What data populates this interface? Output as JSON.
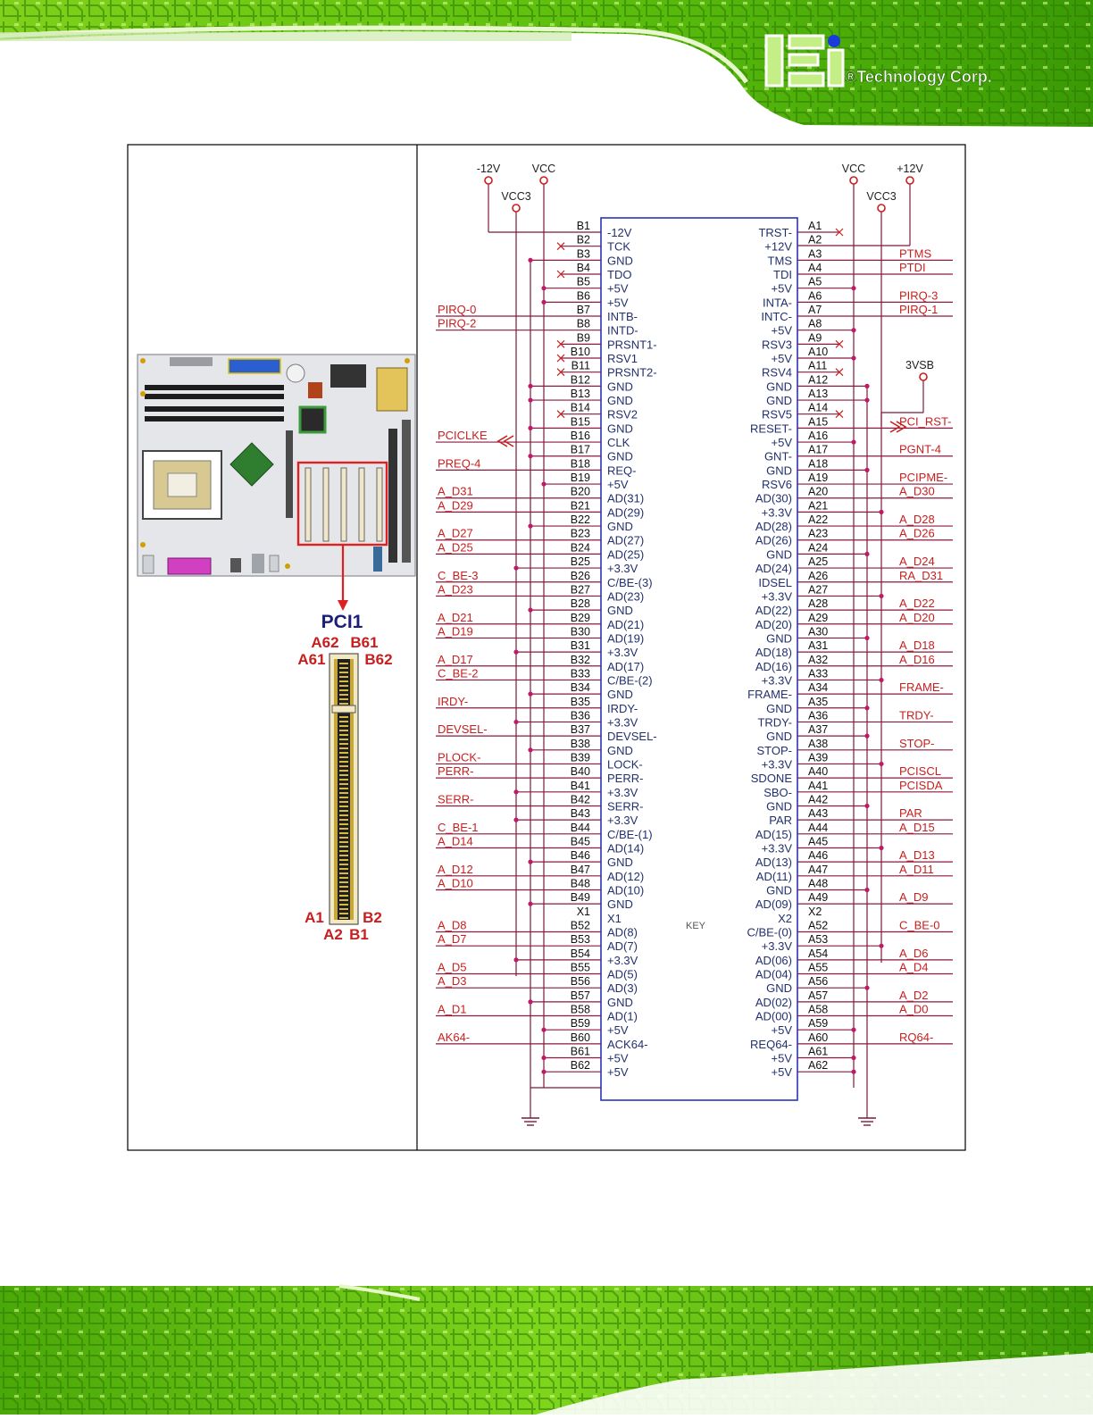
{
  "header": {
    "brand_logo": "iEi",
    "brand_text": "®Technology Corp."
  },
  "board": {
    "connector_title": "PCI1",
    "pin_labels": {
      "top_left_a": "A62",
      "top_right_b": "B61",
      "top_left_a2": "A61",
      "top_right_b2": "B62",
      "bottom_left_a": "A1",
      "bottom_right_b": "B2",
      "bottom_left_a2": "A2",
      "bottom_right_b2": "B1"
    }
  },
  "schematic": {
    "power": {
      "left_m12": "-12V",
      "left_vcc": "VCC",
      "left_vcc3": "VCC3",
      "right_vcc": "VCC",
      "right_p12": "+12V",
      "right_vcc3": "VCC3",
      "right_3vsb": "3VSB"
    },
    "key": "KEY",
    "b_side": [
      {
        "pin": "B1",
        "sig": "-12V",
        "net": ""
      },
      {
        "pin": "B2",
        "sig": "TCK",
        "net": ""
      },
      {
        "pin": "B3",
        "sig": "GND",
        "net": ""
      },
      {
        "pin": "B4",
        "sig": "TDO",
        "net": ""
      },
      {
        "pin": "B5",
        "sig": "+5V",
        "net": ""
      },
      {
        "pin": "B6",
        "sig": "+5V",
        "net": ""
      },
      {
        "pin": "B7",
        "sig": "INTB-",
        "net": "PIRQ-0"
      },
      {
        "pin": "B8",
        "sig": "INTD-",
        "net": "PIRQ-2"
      },
      {
        "pin": "B9",
        "sig": "PRSNT1-",
        "net": ""
      },
      {
        "pin": "B10",
        "sig": "RSV1",
        "net": ""
      },
      {
        "pin": "B11",
        "sig": "PRSNT2-",
        "net": ""
      },
      {
        "pin": "B12",
        "sig": "GND",
        "net": ""
      },
      {
        "pin": "B13",
        "sig": "GND",
        "net": ""
      },
      {
        "pin": "B14",
        "sig": "RSV2",
        "net": ""
      },
      {
        "pin": "B15",
        "sig": "GND",
        "net": ""
      },
      {
        "pin": "B16",
        "sig": "CLK",
        "net": "PCICLKE"
      },
      {
        "pin": "B17",
        "sig": "GND",
        "net": ""
      },
      {
        "pin": "B18",
        "sig": "REQ-",
        "net": "PREQ-4"
      },
      {
        "pin": "B19",
        "sig": "+5V",
        "net": ""
      },
      {
        "pin": "B20",
        "sig": "AD(31)",
        "net": "A_D31"
      },
      {
        "pin": "B21",
        "sig": "AD(29)",
        "net": "A_D29"
      },
      {
        "pin": "B22",
        "sig": "GND",
        "net": ""
      },
      {
        "pin": "B23",
        "sig": "AD(27)",
        "net": "A_D27"
      },
      {
        "pin": "B24",
        "sig": "AD(25)",
        "net": "A_D25"
      },
      {
        "pin": "B25",
        "sig": "+3.3V",
        "net": ""
      },
      {
        "pin": "B26",
        "sig": "C/BE-(3)",
        "net": "C_BE-3"
      },
      {
        "pin": "B27",
        "sig": "AD(23)",
        "net": "A_D23"
      },
      {
        "pin": "B28",
        "sig": "GND",
        "net": ""
      },
      {
        "pin": "B29",
        "sig": "AD(21)",
        "net": "A_D21"
      },
      {
        "pin": "B30",
        "sig": "AD(19)",
        "net": "A_D19"
      },
      {
        "pin": "B31",
        "sig": "+3.3V",
        "net": ""
      },
      {
        "pin": "B32",
        "sig": "AD(17)",
        "net": "A_D17"
      },
      {
        "pin": "B33",
        "sig": "C/BE-(2)",
        "net": "C_BE-2"
      },
      {
        "pin": "B34",
        "sig": "GND",
        "net": ""
      },
      {
        "pin": "B35",
        "sig": "IRDY-",
        "net": "IRDY-"
      },
      {
        "pin": "B36",
        "sig": "+3.3V",
        "net": ""
      },
      {
        "pin": "B37",
        "sig": "DEVSEL-",
        "net": "DEVSEL-"
      },
      {
        "pin": "B38",
        "sig": "GND",
        "net": ""
      },
      {
        "pin": "B39",
        "sig": "LOCK-",
        "net": "PLOCK-"
      },
      {
        "pin": "B40",
        "sig": "PERR-",
        "net": "PERR-"
      },
      {
        "pin": "B41",
        "sig": "+3.3V",
        "net": ""
      },
      {
        "pin": "B42",
        "sig": "SERR-",
        "net": "SERR-"
      },
      {
        "pin": "B43",
        "sig": "+3.3V",
        "net": ""
      },
      {
        "pin": "B44",
        "sig": "C/BE-(1)",
        "net": "C_BE-1"
      },
      {
        "pin": "B45",
        "sig": "AD(14)",
        "net": "A_D14"
      },
      {
        "pin": "B46",
        "sig": "GND",
        "net": ""
      },
      {
        "pin": "B47",
        "sig": "AD(12)",
        "net": "A_D12"
      },
      {
        "pin": "B48",
        "sig": "AD(10)",
        "net": "A_D10"
      },
      {
        "pin": "B49",
        "sig": "GND",
        "net": ""
      },
      {
        "pin": "X1",
        "sig": "X1",
        "net": ""
      },
      {
        "pin": "B52",
        "sig": "AD(8)",
        "net": "A_D8"
      },
      {
        "pin": "B53",
        "sig": "AD(7)",
        "net": "A_D7"
      },
      {
        "pin": "B54",
        "sig": "+3.3V",
        "net": ""
      },
      {
        "pin": "B55",
        "sig": "AD(5)",
        "net": "A_D5"
      },
      {
        "pin": "B56",
        "sig": "AD(3)",
        "net": "A_D3"
      },
      {
        "pin": "B57",
        "sig": "GND",
        "net": ""
      },
      {
        "pin": "B58",
        "sig": "AD(1)",
        "net": "A_D1"
      },
      {
        "pin": "B59",
        "sig": "+5V",
        "net": ""
      },
      {
        "pin": "B60",
        "sig": "ACK64-",
        "net": "AK64-"
      },
      {
        "pin": "B61",
        "sig": "+5V",
        "net": ""
      },
      {
        "pin": "B62",
        "sig": "+5V",
        "net": ""
      }
    ],
    "a_side": [
      {
        "pin": "A1",
        "sig": "TRST-",
        "net": ""
      },
      {
        "pin": "A2",
        "sig": "+12V",
        "net": ""
      },
      {
        "pin": "A3",
        "sig": "TMS",
        "net": "PTMS"
      },
      {
        "pin": "A4",
        "sig": "TDI",
        "net": "PTDI"
      },
      {
        "pin": "A5",
        "sig": "+5V",
        "net": ""
      },
      {
        "pin": "A6",
        "sig": "INTA-",
        "net": "PIRQ-3"
      },
      {
        "pin": "A7",
        "sig": "INTC-",
        "net": "PIRQ-1"
      },
      {
        "pin": "A8",
        "sig": "+5V",
        "net": ""
      },
      {
        "pin": "A9",
        "sig": "RSV3",
        "net": ""
      },
      {
        "pin": "A10",
        "sig": "+5V",
        "net": ""
      },
      {
        "pin": "A11",
        "sig": "RSV4",
        "net": ""
      },
      {
        "pin": "A12",
        "sig": "GND",
        "net": ""
      },
      {
        "pin": "A13",
        "sig": "GND",
        "net": ""
      },
      {
        "pin": "A14",
        "sig": "RSV5",
        "net": ""
      },
      {
        "pin": "A15",
        "sig": "RESET-",
        "net": "PCI_RST-"
      },
      {
        "pin": "A16",
        "sig": "+5V",
        "net": ""
      },
      {
        "pin": "A17",
        "sig": "GNT-",
        "net": "PGNT-4"
      },
      {
        "pin": "A18",
        "sig": "GND",
        "net": ""
      },
      {
        "pin": "A19",
        "sig": "RSV6",
        "net": "PCIPME-"
      },
      {
        "pin": "A20",
        "sig": "AD(30)",
        "net": "A_D30"
      },
      {
        "pin": "A21",
        "sig": "+3.3V",
        "net": ""
      },
      {
        "pin": "A22",
        "sig": "AD(28)",
        "net": "A_D28"
      },
      {
        "pin": "A23",
        "sig": "AD(26)",
        "net": "A_D26"
      },
      {
        "pin": "A24",
        "sig": "GND",
        "net": ""
      },
      {
        "pin": "A25",
        "sig": "AD(24)",
        "net": "A_D24"
      },
      {
        "pin": "A26",
        "sig": "IDSEL",
        "net": "RA_D31"
      },
      {
        "pin": "A27",
        "sig": "+3.3V",
        "net": ""
      },
      {
        "pin": "A28",
        "sig": "AD(22)",
        "net": "A_D22"
      },
      {
        "pin": "A29",
        "sig": "AD(20)",
        "net": "A_D20"
      },
      {
        "pin": "A30",
        "sig": "GND",
        "net": ""
      },
      {
        "pin": "A31",
        "sig": "AD(18)",
        "net": "A_D18"
      },
      {
        "pin": "A32",
        "sig": "AD(16)",
        "net": "A_D16"
      },
      {
        "pin": "A33",
        "sig": "+3.3V",
        "net": ""
      },
      {
        "pin": "A34",
        "sig": "FRAME-",
        "net": "FRAME-"
      },
      {
        "pin": "A35",
        "sig": "GND",
        "net": ""
      },
      {
        "pin": "A36",
        "sig": "TRDY-",
        "net": "TRDY-"
      },
      {
        "pin": "A37",
        "sig": "GND",
        "net": ""
      },
      {
        "pin": "A38",
        "sig": "STOP-",
        "net": "STOP-"
      },
      {
        "pin": "A39",
        "sig": "+3.3V",
        "net": ""
      },
      {
        "pin": "A40",
        "sig": "SDONE",
        "net": "PCISCL"
      },
      {
        "pin": "A41",
        "sig": "SBO-",
        "net": "PCISDA"
      },
      {
        "pin": "A42",
        "sig": "GND",
        "net": ""
      },
      {
        "pin": "A43",
        "sig": "PAR",
        "net": "PAR"
      },
      {
        "pin": "A44",
        "sig": "AD(15)",
        "net": "A_D15"
      },
      {
        "pin": "A45",
        "sig": "+3.3V",
        "net": ""
      },
      {
        "pin": "A46",
        "sig": "AD(13)",
        "net": "A_D13"
      },
      {
        "pin": "A47",
        "sig": "AD(11)",
        "net": "A_D11"
      },
      {
        "pin": "A48",
        "sig": "GND",
        "net": ""
      },
      {
        "pin": "A49",
        "sig": "AD(09)",
        "net": "A_D9"
      },
      {
        "pin": "X2",
        "sig": "X2",
        "net": ""
      },
      {
        "pin": "A52",
        "sig": "C/BE-(0)",
        "net": "C_BE-0"
      },
      {
        "pin": "A53",
        "sig": "+3.3V",
        "net": ""
      },
      {
        "pin": "A54",
        "sig": "AD(06)",
        "net": "A_D6"
      },
      {
        "pin": "A55",
        "sig": "AD(04)",
        "net": "A_D4"
      },
      {
        "pin": "A56",
        "sig": "GND",
        "net": ""
      },
      {
        "pin": "A57",
        "sig": "AD(02)",
        "net": "A_D2"
      },
      {
        "pin": "A58",
        "sig": "AD(00)",
        "net": "A_D0"
      },
      {
        "pin": "A59",
        "sig": "+5V",
        "net": ""
      },
      {
        "pin": "A60",
        "sig": "REQ64-",
        "net": "RQ64-"
      },
      {
        "pin": "A61",
        "sig": "+5V",
        "net": ""
      },
      {
        "pin": "A62",
        "sig": "+5V",
        "net": ""
      }
    ]
  }
}
